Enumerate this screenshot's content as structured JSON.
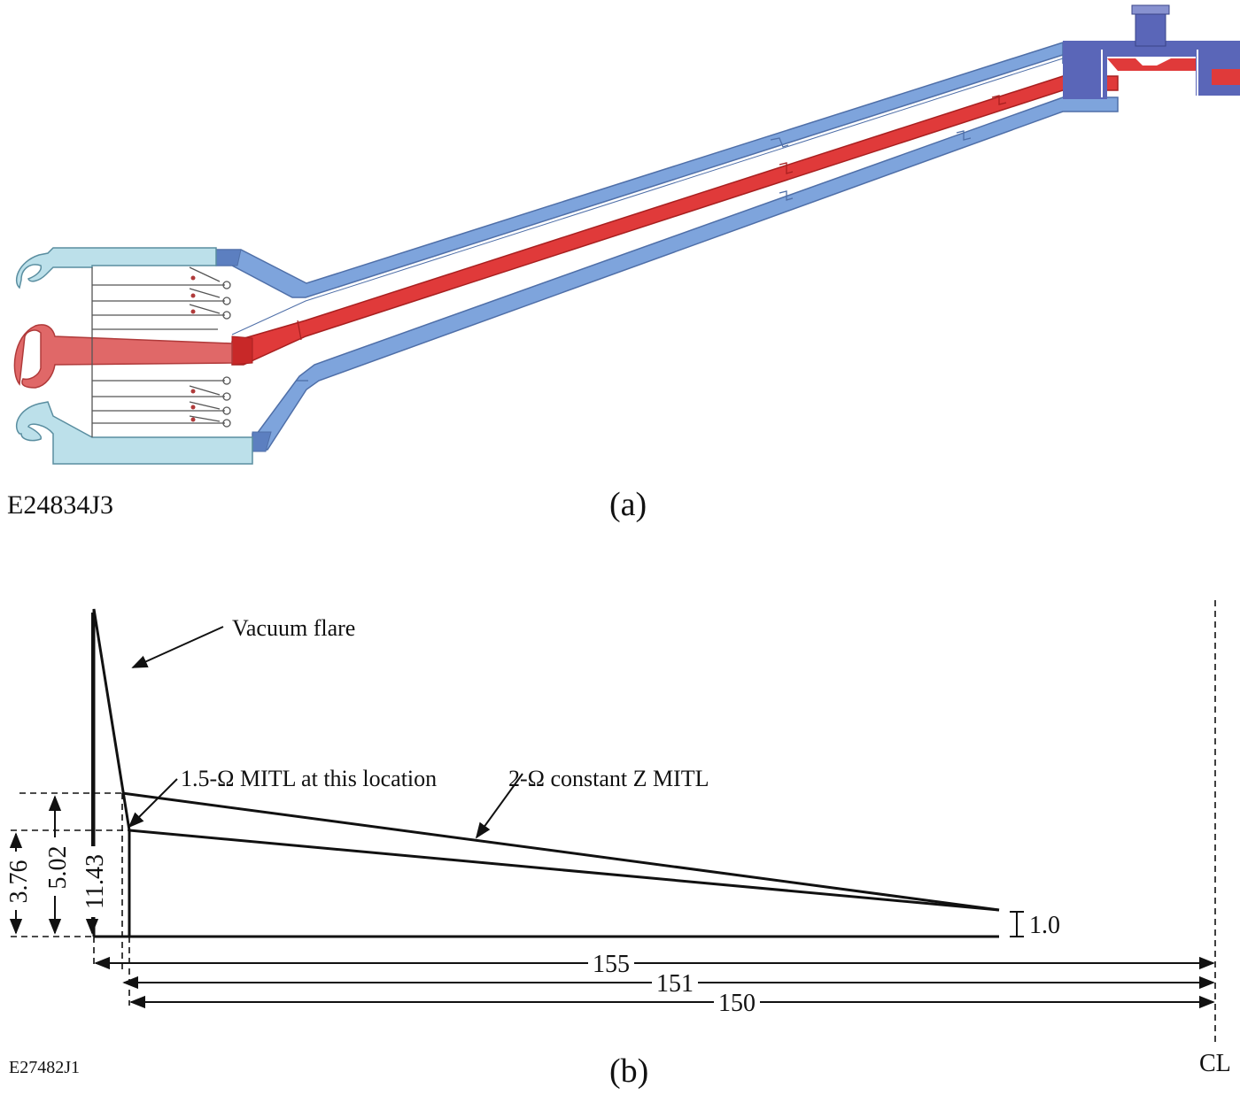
{
  "panel_a": {
    "label": "(a)",
    "figure_code": "E24834J3",
    "colors": {
      "outer_conductor": "#7EA4DC",
      "outer_conductor_dark": "#5C7FC0",
      "edge": "#4F6FA8",
      "center_conductor": "#E03A3A",
      "center_flange": "#E06868",
      "insulator_stack": "#BCE0EA",
      "hub": "#5A66B8"
    }
  },
  "panel_b": {
    "label": "(b)",
    "figure_code": "E27482J1",
    "annotations": {
      "vacuum_flare": "Vacuum flare",
      "mitl_15": "1.5-Ω MITL at this location",
      "mitl_2": "2-Ω constant Z MITL",
      "centerline": "CL"
    },
    "dimensions": {
      "h_376": "3.76",
      "h_502": "5.02",
      "h_1143": "11.43",
      "gap_10": "1.0",
      "len_155": "155",
      "len_151": "151",
      "len_150": "150"
    }
  }
}
